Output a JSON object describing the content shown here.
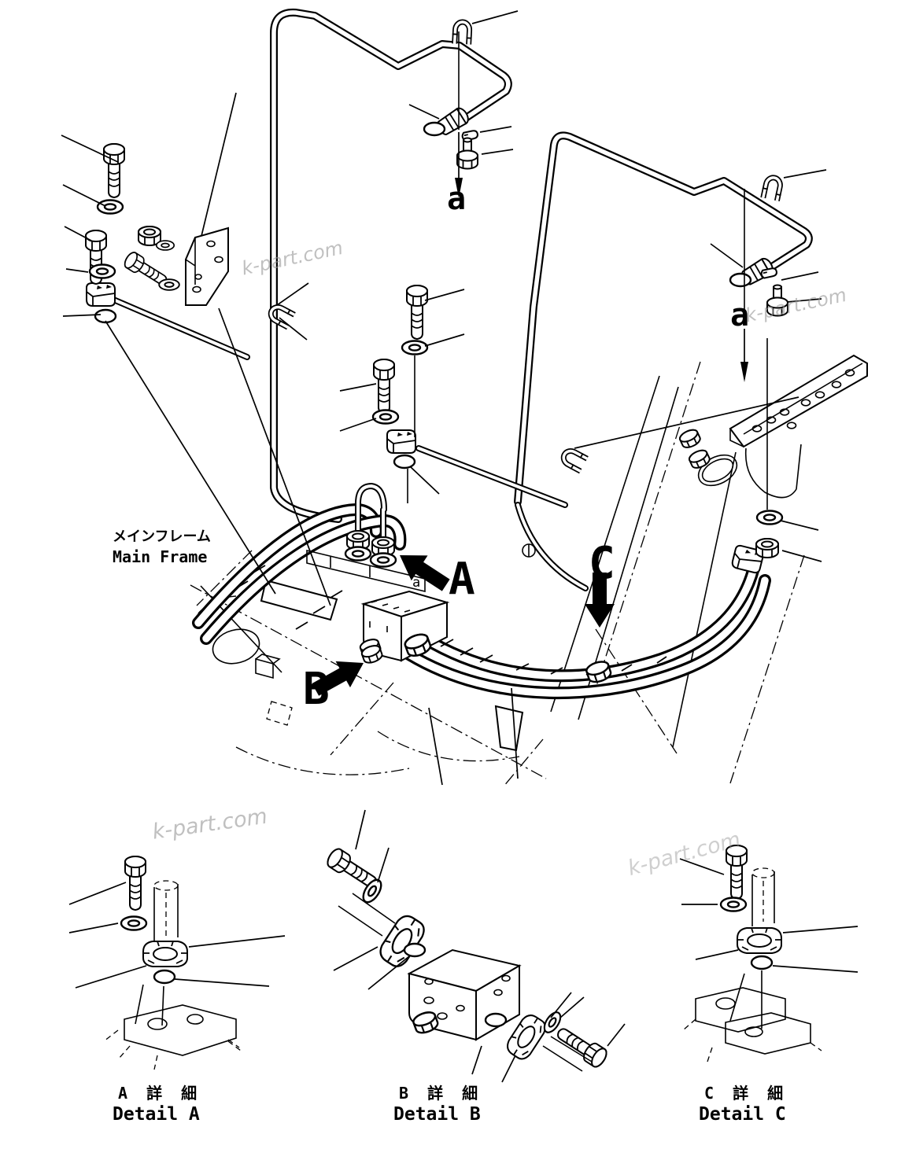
{
  "page": {
    "background": "#ffffff",
    "ink": "#000000"
  },
  "labels": {
    "main_frame_jp": "メインフレーム",
    "main_frame_en": "Main Frame",
    "marker_a_top": "a",
    "marker_a_right": "a",
    "port_a": "a",
    "view_a": "A",
    "view_b": "B",
    "view_c": "C"
  },
  "details": {
    "a": {
      "jp": "A 詳 細",
      "en": "Detail A"
    },
    "b": {
      "jp": "B 詳 細",
      "en": "Detail B"
    },
    "c": {
      "jp": "C 詳 細",
      "en": "Detail C"
    }
  },
  "watermark": {
    "text": "k-part.com",
    "color": "#979797"
  }
}
